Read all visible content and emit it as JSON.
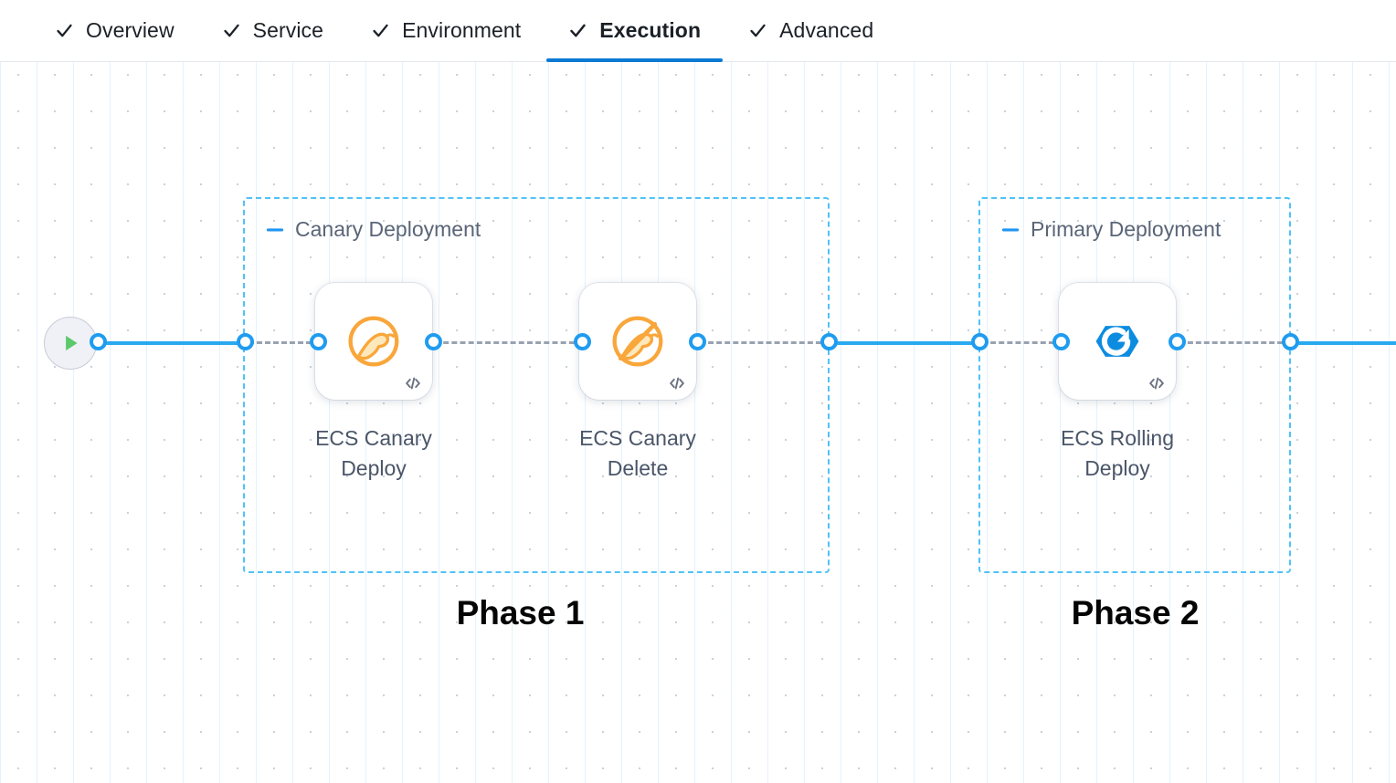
{
  "tabs": [
    {
      "label": "Overview",
      "icon": "check-icon",
      "active": false
    },
    {
      "label": "Service",
      "icon": "check-icon",
      "active": false
    },
    {
      "label": "Environment",
      "icon": "check-icon",
      "active": false
    },
    {
      "label": "Execution",
      "icon": "check-icon",
      "active": true
    },
    {
      "label": "Advanced",
      "icon": "check-icon",
      "active": false
    }
  ],
  "canvas": {
    "start_node": {
      "icon": "play-icon",
      "name": "pipeline-start"
    },
    "groups": [
      {
        "title": "Canary Deployment",
        "collapse_icon": "minus-icon",
        "phase_label": "Phase 1"
      },
      {
        "title": "Primary Deployment",
        "collapse_icon": "minus-icon",
        "phase_label": "Phase 2"
      }
    ],
    "nodes": [
      {
        "label": "ECS Canary\nDeploy",
        "icon": "canary-bird-icon",
        "code_icon": "code-icon"
      },
      {
        "label": "ECS Canary\nDelete",
        "icon": "canary-bird-slash-icon",
        "code_icon": "code-icon"
      },
      {
        "label": "ECS Rolling\nDeploy",
        "icon": "rolling-deploy-icon",
        "code_icon": "code-icon"
      }
    ]
  },
  "colors": {
    "accent_blue": "#0b7ad4",
    "edge_blue": "#29a9f0",
    "group_border": "#4fc3f7",
    "canary_orange": "#f9a63a",
    "rolling_blue": "#0c8ce0",
    "start_green": "#5cc96a",
    "edge_dashed_gray": "#9aa2b1",
    "label_gray": "#4a5568",
    "group_title_gray": "#5a6577"
  }
}
